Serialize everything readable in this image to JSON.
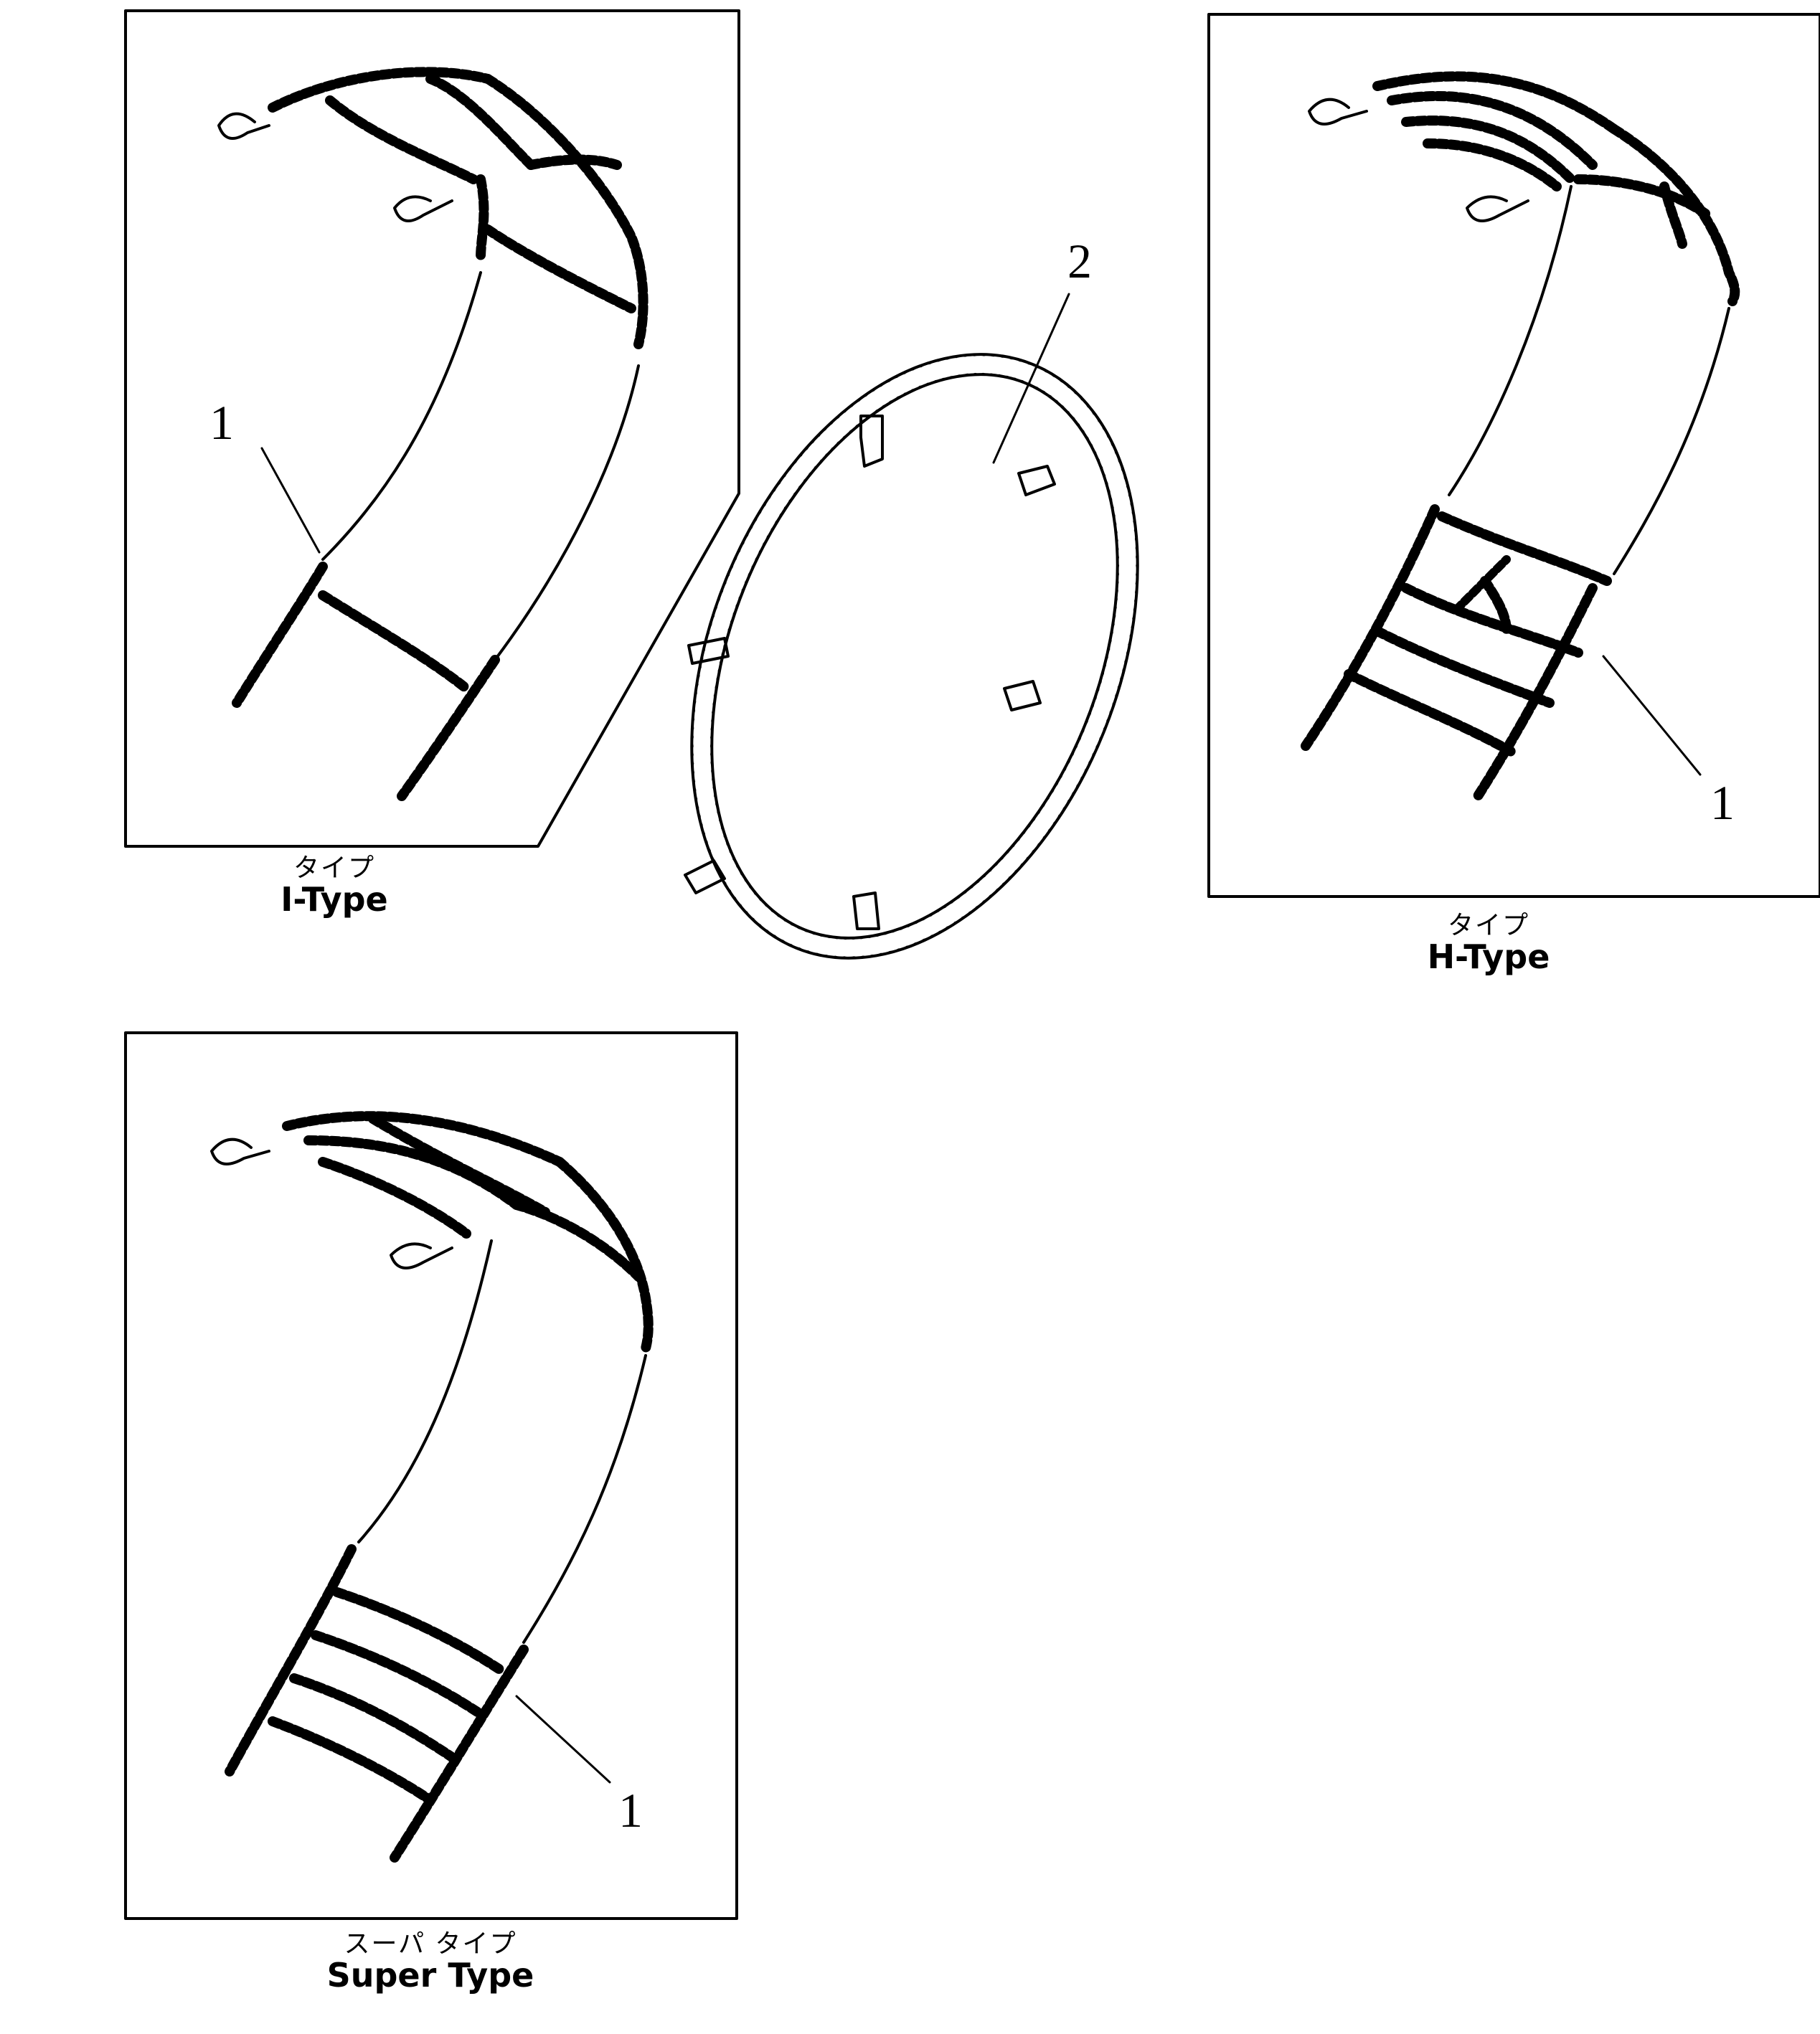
{
  "panels": [
    {
      "id": "i-type",
      "caption_jp": "タイプ",
      "caption_en": "I-Type",
      "callout": "1"
    },
    {
      "id": "h-type",
      "caption_jp": "タイプ",
      "caption_en": "H-Type",
      "callout": "1"
    },
    {
      "id": "super-type",
      "caption_jp": "スーパ タイプ",
      "caption_en": "Super Type",
      "callout": "1"
    }
  ],
  "tensioner": {
    "callout": "2"
  },
  "colors": {
    "ink": "#000000",
    "paper": "#ffffff"
  }
}
